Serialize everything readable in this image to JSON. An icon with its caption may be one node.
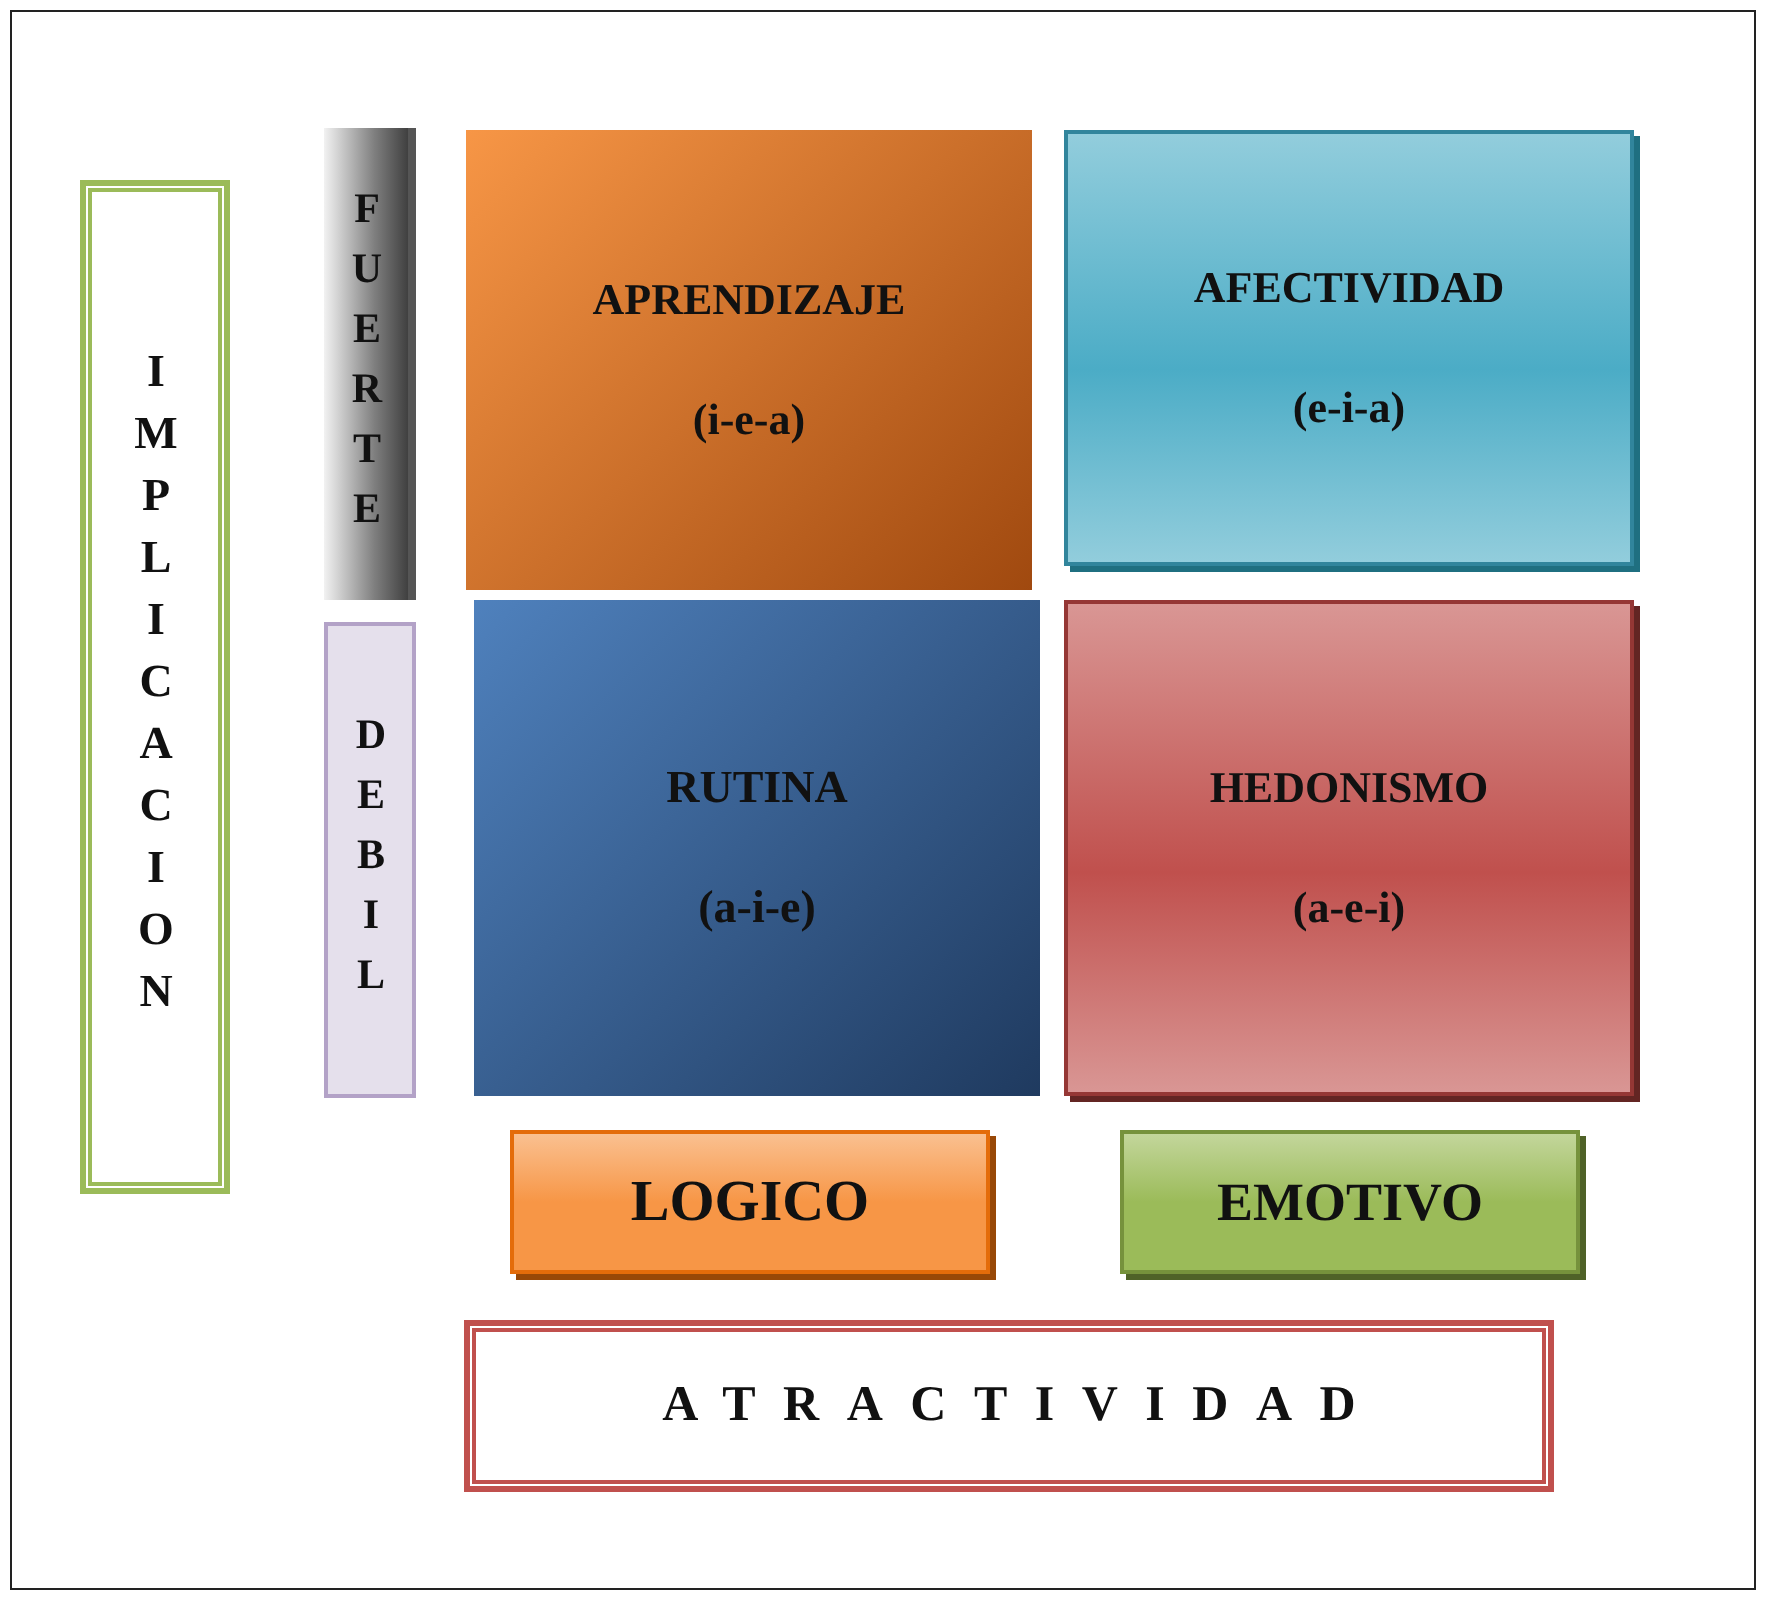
{
  "diagram": {
    "nodes": [
      {
        "text": [
          "IMPLICACION"
        ]
      },
      {
        "text": [
          "FUERTE"
        ]
      },
      {
        "text": [
          "APRENDIZAJE",
          "(i-e-a)"
        ]
      },
      {
        "text": [
          "AFECTIVIDAD",
          "(e-i-a)"
        ]
      },
      {
        "text": [
          "DEBIL"
        ]
      },
      {
        "text": [
          "RUTINA",
          "(a-i-e)"
        ]
      },
      {
        "text": [
          "HEDONISMO",
          "(a-e-i)"
        ]
      },
      {
        "text": [
          "LOGICO"
        ]
      },
      {
        "text": [
          "EMOTIVO"
        ]
      },
      {
        "text": [
          "ATRACTIVIDAD"
        ]
      }
    ]
  }
}
